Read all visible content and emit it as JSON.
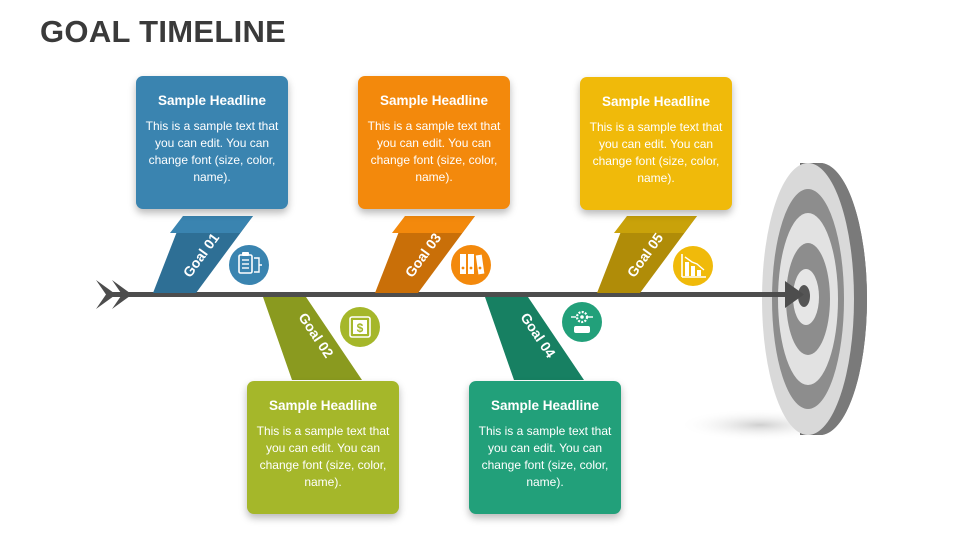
{
  "title": "GOAL TIMELINE",
  "goals": [
    {
      "label": "Goal 01",
      "headline": "Sample Headline",
      "text": "This is a sample text that you can edit. You can change font (size, color, name).",
      "color": "#3a84b0",
      "dark": "#2e6f95",
      "icon": "clipboard-network-icon"
    },
    {
      "label": "Goal 02",
      "headline": "Sample Headline",
      "text": "This is a sample text that you can edit. You can change font (size, color, name).",
      "color": "#a5b72a",
      "dark": "#8a9a1f",
      "icon": "dollar-chip-icon"
    },
    {
      "label": "Goal 03",
      "headline": "Sample Headline",
      "text": "This is a sample text that you can edit. You can change font (size, color, name).",
      "color": "#f3890c",
      "dark": "#c96f08",
      "icon": "binders-icon"
    },
    {
      "label": "Goal 04",
      "headline": "Sample Headline",
      "text": "This is a sample text that you can edit. You can change font (size, color, name).",
      "color": "#22a07a",
      "dark": "#178062",
      "icon": "gear-person-icon"
    },
    {
      "label": "Goal 05",
      "headline": "Sample Headline",
      "text": "This is a sample text that you can edit. You can change font (size, color, name).",
      "color": "#f0ba0a",
      "dark": "#c49a08",
      "icon": "declining-chart-icon"
    }
  ]
}
